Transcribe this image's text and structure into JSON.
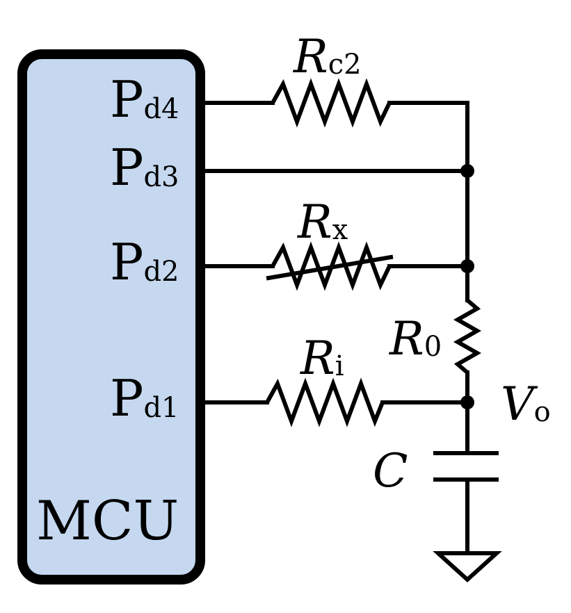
{
  "colors": {
    "mcu_fill": "#c5d8f0",
    "stroke": "#000000",
    "background": "#ffffff"
  },
  "mcu": {
    "label": "MCU",
    "pins": [
      {
        "id": "pd4",
        "main": "P",
        "sub": "d4"
      },
      {
        "id": "pd3",
        "main": "P",
        "sub": "d3"
      },
      {
        "id": "pd2",
        "main": "P",
        "sub": "d2"
      },
      {
        "id": "pd1",
        "main": "P",
        "sub": "d1"
      }
    ]
  },
  "components": {
    "rc2": {
      "main": "R",
      "sub": "c2",
      "type": "resistor"
    },
    "rx": {
      "main": "R",
      "sub": "x",
      "type": "variable-resistor"
    },
    "r0": {
      "main": "R",
      "sub": "0",
      "type": "resistor"
    },
    "ri": {
      "main": "R",
      "sub": "i",
      "type": "resistor"
    },
    "c": {
      "main": "C",
      "type": "capacitor"
    }
  },
  "nodes": {
    "vo": {
      "main": "V",
      "sub": "o"
    }
  },
  "ground": {
    "icon": "ground-icon"
  }
}
